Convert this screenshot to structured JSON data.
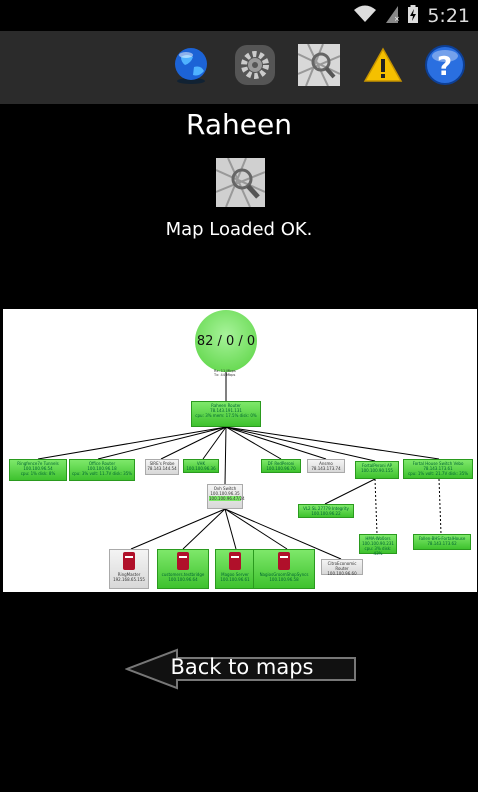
{
  "status_bar": {
    "time": "5:21"
  },
  "action_bar": {
    "icons": [
      "globe-icon",
      "settings-gear-icon",
      "map-icon",
      "warning-icon",
      "help-icon"
    ]
  },
  "page": {
    "title": "Raheen",
    "status": "Map Loaded OK."
  },
  "diagram": {
    "root_label": "82 / 0 / 0",
    "root_traffic": "Rx: 11 Mbps\nTx: 44 Mbps",
    "main_router": {
      "name": "Raheen Router",
      "ip": "78.143.191.131",
      "stats": "cpu: 3% mem: 17.5% disk: 0%"
    },
    "nodes": [
      {
        "name": "Ringfence7e Tunnels",
        "ip": "100.100.96.54",
        "stats": "cpu: 1% disk: 8%",
        "style": "green"
      },
      {
        "name": "Office Router",
        "ip": "100.100.96.18",
        "stats": "cpu: 3% volt: 11.7V disk: 35%",
        "style": "green"
      },
      {
        "name": "SIRE's Probe",
        "ip": "78.143.144.54",
        "stats": "",
        "style": "grey"
      },
      {
        "name": "VHK",
        "ip": "100.100.96.36",
        "stats": "",
        "style": "green"
      },
      {
        "name": "Ovh Switch",
        "ip": "100.100.96.35",
        "stats": "100.100.96.47/24",
        "style": "grey"
      },
      {
        "name": "DF RedPeroni",
        "ip": "100.100.96.70",
        "stats": "",
        "style": "green"
      },
      {
        "name": "Ansmo",
        "ip": "78.143.173.74",
        "stats": "",
        "style": "grey"
      },
      {
        "name": "FortalPeroni AP",
        "ip": "100.100.90.155",
        "stats": "",
        "style": "green"
      },
      {
        "name": "Fortal House Switch Vebo",
        "ip": "78.143.173.61",
        "stats": "cpu: 1% volt: 21.7V disk: 35%",
        "style": "green"
      },
      {
        "name": "VL2 SL 27779 Integrity",
        "ip": "100.100.96.22",
        "stats": "",
        "style": "green"
      },
      {
        "name": "HMA-Wo0ors",
        "ip": "100.100.90.231",
        "stats": "cpu: 3% disk: 43%",
        "style": "green"
      },
      {
        "name": "Fallen-BHS-FortalHouse",
        "ip": "78.143.173.62",
        "stats": "",
        "style": "green"
      },
      {
        "name": "RingMaster",
        "ip": "192.168.65.155",
        "stats": "",
        "style": "grey"
      },
      {
        "name": "customers.testbridge",
        "ip": "100.100.96.64",
        "stats": "",
        "style": "green"
      },
      {
        "name": "Magoo Server",
        "ip": "100.100.96.61",
        "stats": "",
        "style": "green"
      },
      {
        "name": "NagiosGroomShopSyncs",
        "ip": "100.100.96.58",
        "stats": "",
        "style": "green"
      },
      {
        "name": "CitroEconomic Router",
        "ip": "100.100.96.60",
        "stats": "",
        "style": "grey"
      }
    ]
  },
  "back_button": {
    "label": "Back to maps"
  }
}
